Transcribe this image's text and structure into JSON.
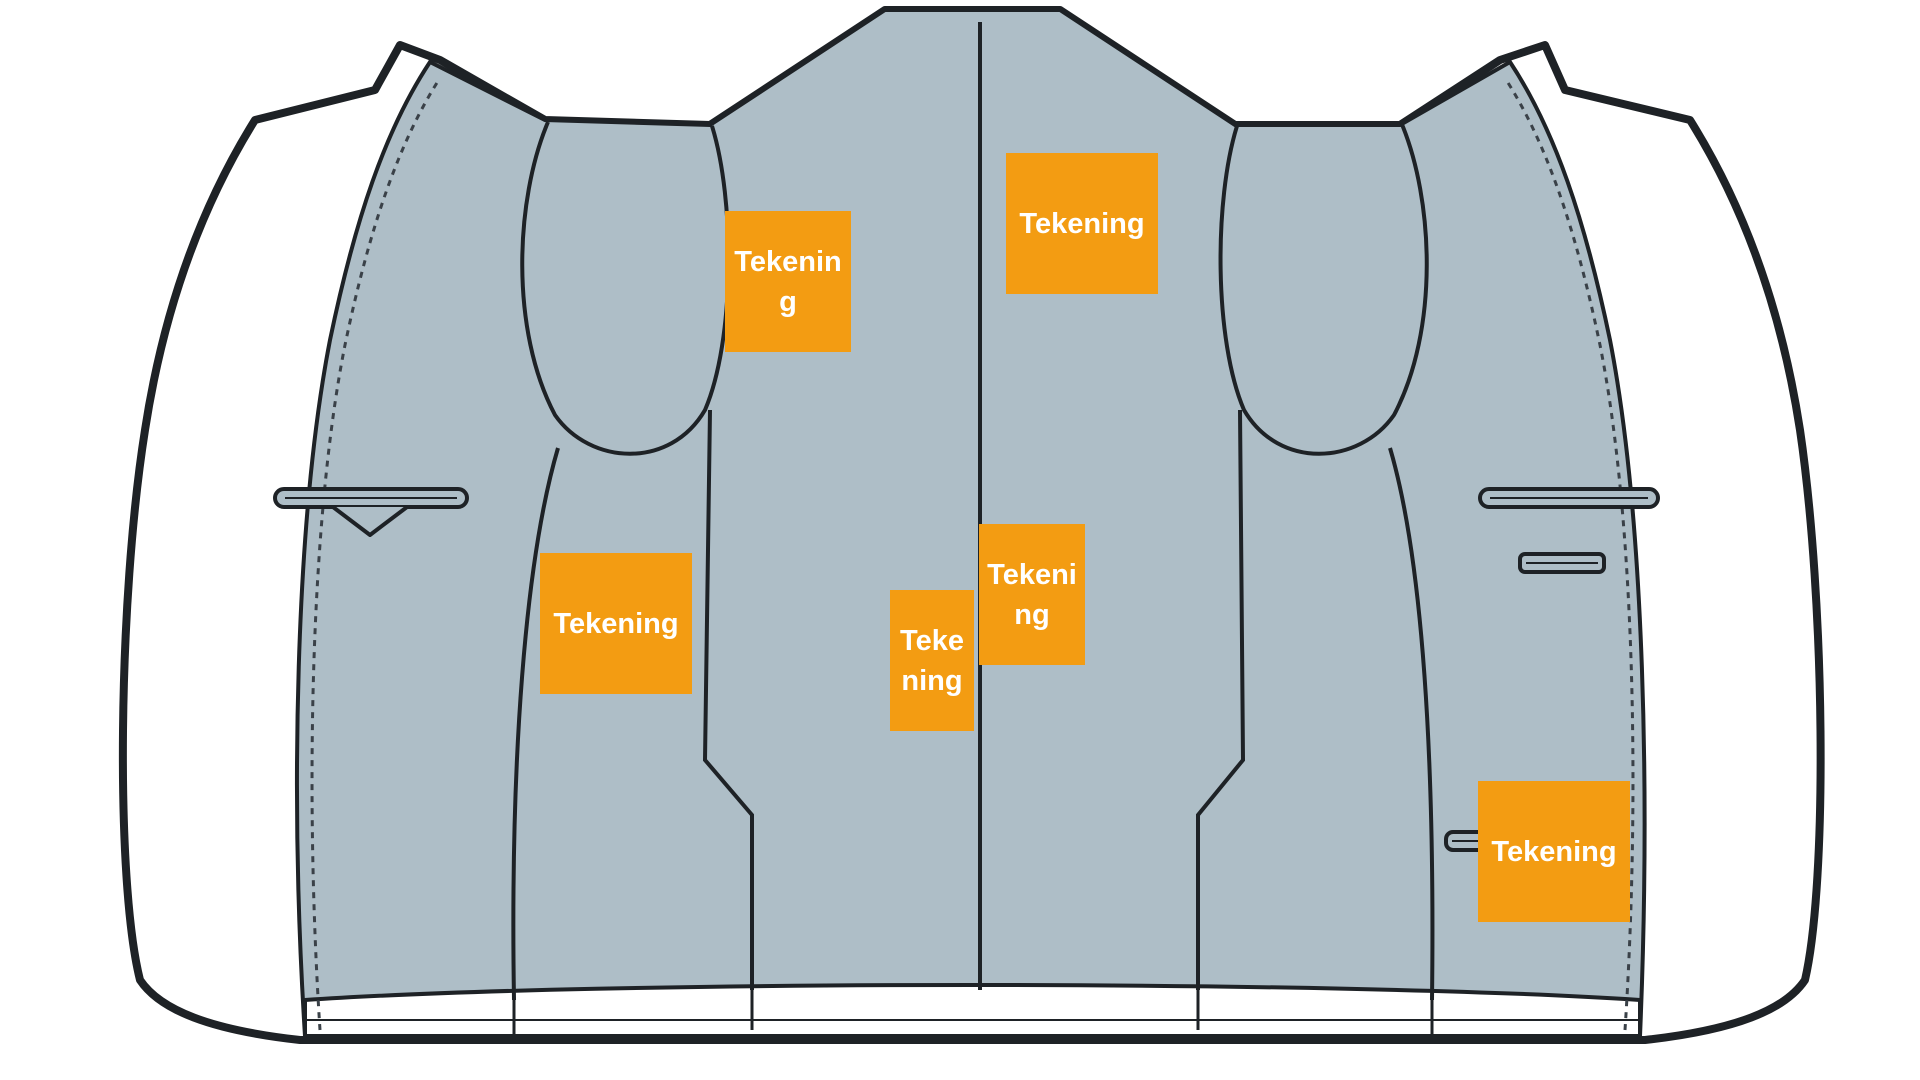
{
  "colors": {
    "lining": "#aebec7",
    "outline": "#1e2226",
    "outer_shell": "#ffffff",
    "label_fill": "#f39c12",
    "label_text": "#ffffff"
  },
  "labels": [
    {
      "id": "upper-left-center",
      "text": "Tekening"
    },
    {
      "id": "upper-right",
      "text": "Tekening"
    },
    {
      "id": "mid-left",
      "text": "Tekening"
    },
    {
      "id": "center-low",
      "text": "Tekening"
    },
    {
      "id": "center-mid",
      "text": "Tekening"
    },
    {
      "id": "lower-right",
      "text": "Tekening"
    }
  ]
}
